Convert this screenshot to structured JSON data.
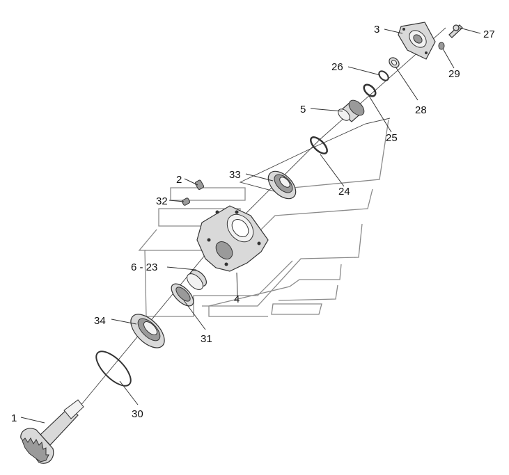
{
  "labels": {
    "l1": "1",
    "l2": "2",
    "l3": "3",
    "l4": "4",
    "l5": "5",
    "l6_23": "6 - 23",
    "l24": "24",
    "l25": "25",
    "l26": "26",
    "l27": "27",
    "l28": "28",
    "l29": "29",
    "l30": "30",
    "l31": "31",
    "l32": "32",
    "l33": "33",
    "l34": "34"
  },
  "colors": {
    "line": "#333333",
    "watermark": "#8a8a8a",
    "part_fill": "#d9d9d9"
  }
}
